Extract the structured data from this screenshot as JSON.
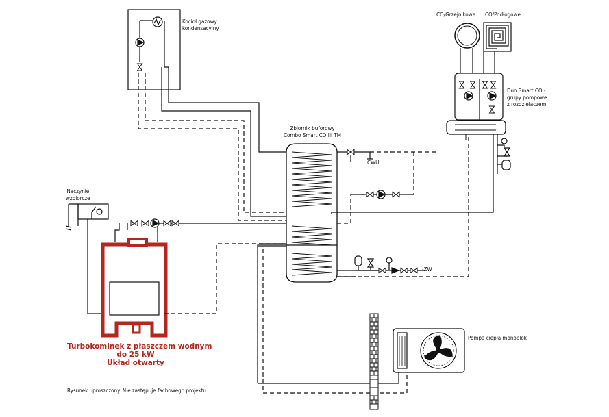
{
  "colors": {
    "line": "#111111",
    "fireplace": "#b5261e",
    "brick": "#111111"
  },
  "labels": {
    "gas_boiler": "Kocioł gazowy\nkondensacyjny",
    "buffer_tank": "Zbiornik buforowy\nCombo Smart CO III TM",
    "co_radiators": "CO/Grzejnikowe",
    "co_floor": "CO/Podłogowe",
    "pump_groups": "Duo Smart CO -\ngrupy pompowe\nz rozdzielaczem",
    "cwu": "CWU",
    "zw": "-ZW",
    "expansion_vessel": "Naczynie\nwzbiorcze",
    "heat_pump": "Pompa ciepła monoblok",
    "fireplace_title": "Turbokominek z płaszczem wodnym\ndo 25 kW\nUkład otwarty",
    "disclaimer": "Rysunek uproszczony. Nie zastępuje fachowego projektu"
  },
  "icons": {
    "boiler_heat_exchanger": "heat-exchanger-icon",
    "pump": "pump-icon",
    "valve": "valve-icon",
    "three_way_valve": "three-way-valve-icon",
    "radiator": "radiator-icon",
    "floor_heating": "floor-heating-coil-icon",
    "fan": "fan-icon",
    "gauge": "pressure-gauge-icon",
    "safety_valve": "safety-valve-icon",
    "expansion_tank": "expansion-tank-icon"
  }
}
